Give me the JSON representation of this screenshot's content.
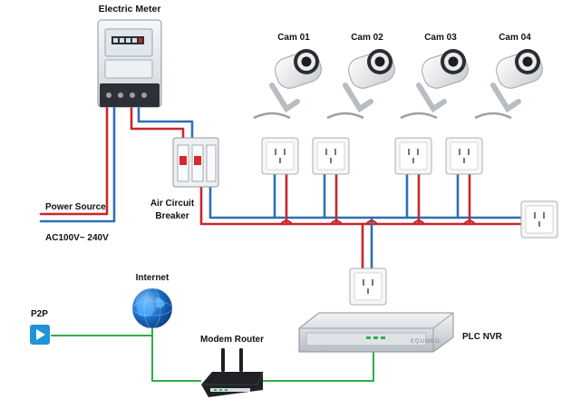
{
  "labels": {
    "electric_meter": "Electric Meter",
    "power_source": "Power Source",
    "ac_voltage": "AC100V~ 240V",
    "air_circuit_breaker_line1": "Air Circuit",
    "air_circuit_breaker_line2": "Breaker",
    "internet": "Internet",
    "p2p": "P2P",
    "modem_router": "Modem Router",
    "plc_nvr": "PLC NVR"
  },
  "cameras": [
    {
      "label": "Cam 01"
    },
    {
      "label": "Cam 02"
    },
    {
      "label": "Cam 03"
    },
    {
      "label": "Cam 04"
    }
  ],
  "nvr_brand": "EQUMEG",
  "colors": {
    "live_wire": "#c8262b",
    "neutral_wire": "#2f6fb6",
    "network_cable": "#2fae4a",
    "p2p_accent": "#1f93d8",
    "globe": "#1b6fc7"
  }
}
